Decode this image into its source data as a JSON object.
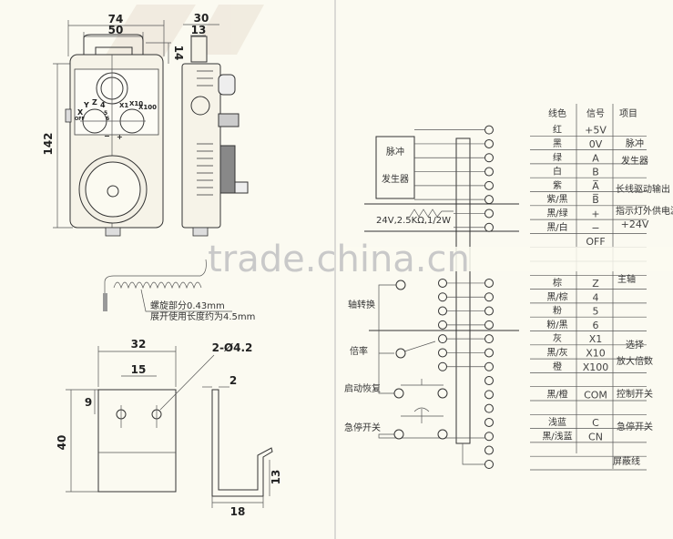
{
  "dimensions": {
    "pendant_width": "74",
    "handle_width": "50",
    "handle_height": "14",
    "pendant_height": "142",
    "side_depth": "30",
    "side_handle": "13",
    "bracket_width": "32",
    "hole_spacing": "15",
    "hole_offset": "9",
    "bracket_height": "40",
    "holes": "2-Ø4.2",
    "thickness": "2",
    "foot_height": "13",
    "foot_length": "18"
  },
  "pendant_labels": {
    "axes": [
      "X",
      "Y",
      "Z",
      "4",
      "5",
      "6"
    ],
    "off": "OFF",
    "multipliers": [
      "X1",
      "X10",
      "X100"
    ],
    "minus": "−",
    "plus": "+"
  },
  "cable_notes": [
    "螺旋部分0.43mm",
    "展开使用长度约为4.5mm"
  ],
  "wiring": {
    "pulse_generator": [
      "脉冲",
      "发生器"
    ],
    "led_resistor": "24V,2.5KΩ,1/2W",
    "axis_select": "轴转换",
    "multiplier": "倍率",
    "start_reset": "启动恢复",
    "estop": "急停开关"
  },
  "table": {
    "headers": [
      "线色",
      "信号",
      "项目"
    ],
    "rows": [
      {
        "color": "红",
        "signal": "+5V"
      },
      {
        "color": "黑",
        "signal": "0V"
      },
      {
        "color": "绿",
        "signal": "A"
      },
      {
        "color": "白",
        "signal": "B"
      },
      {
        "color": "紫",
        "signal": "A̅"
      },
      {
        "color": "紫/黑",
        "signal": "B̅"
      },
      {
        "color": "黑/绿",
        "signal": "+"
      },
      {
        "color": "黑/白",
        "signal": "−"
      },
      {
        "color": "",
        "signal": "OFF"
      },
      {
        "color": "",
        "signal": ""
      },
      {
        "color": "",
        "signal": ""
      },
      {
        "color": "棕",
        "signal": "Z"
      },
      {
        "color": "黑/棕",
        "signal": "4"
      },
      {
        "color": "粉",
        "signal": "5"
      },
      {
        "color": "粉/黑",
        "signal": "6"
      },
      {
        "color": "灰",
        "signal": "X1"
      },
      {
        "color": "黑/灰",
        "signal": "X10"
      },
      {
        "color": "橙",
        "signal": "X100"
      },
      {
        "color": "",
        "signal": ""
      },
      {
        "color": "黑/橙",
        "signal": "COM"
      },
      {
        "color": "",
        "signal": ""
      },
      {
        "color": "浅蓝",
        "signal": "C"
      },
      {
        "color": "黑/浅蓝",
        "signal": "CN"
      },
      {
        "color": "",
        "signal": ""
      }
    ],
    "items": {
      "pulse_gen_1": "脉冲",
      "pulse_gen_2": "发生器",
      "line_driver": "长线驱动输出",
      "indicator_1": "指示灯外供电源",
      "indicator_2": "+24V",
      "axis": "主轴",
      "select_1": "选择",
      "select_2": "放大倍数",
      "control_switch": "控制开关",
      "estop_switch": "急停开关",
      "shield": "屏蔽线"
    }
  },
  "watermark": "trade.china.cn"
}
